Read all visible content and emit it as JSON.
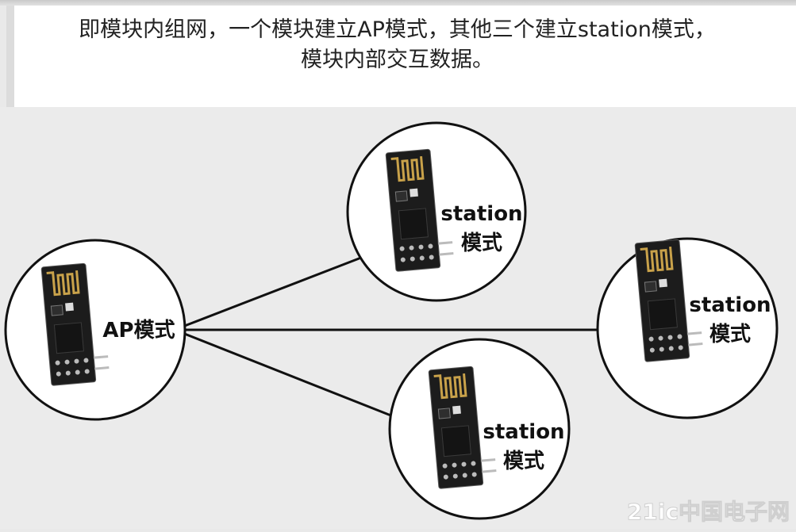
{
  "description": {
    "line1": "即模块内组网，一个模块建立AP模式，其他三个建立station模式，",
    "line2": "模块内部交互数据。"
  },
  "nodes": [
    {
      "name": "ap-node",
      "lines": [
        "AP模式"
      ]
    },
    {
      "name": "station-node-top",
      "lines": [
        "station",
        "模式"
      ]
    },
    {
      "name": "station-node-right",
      "lines": [
        "station",
        "模式"
      ]
    },
    {
      "name": "station-node-bottom",
      "lines": [
        "station",
        "模式"
      ]
    }
  ],
  "watermark": "21ic中国电子网",
  "colors": {
    "module": "#1c1c1c",
    "antenna": "#c9a24a",
    "line": "#111111"
  }
}
